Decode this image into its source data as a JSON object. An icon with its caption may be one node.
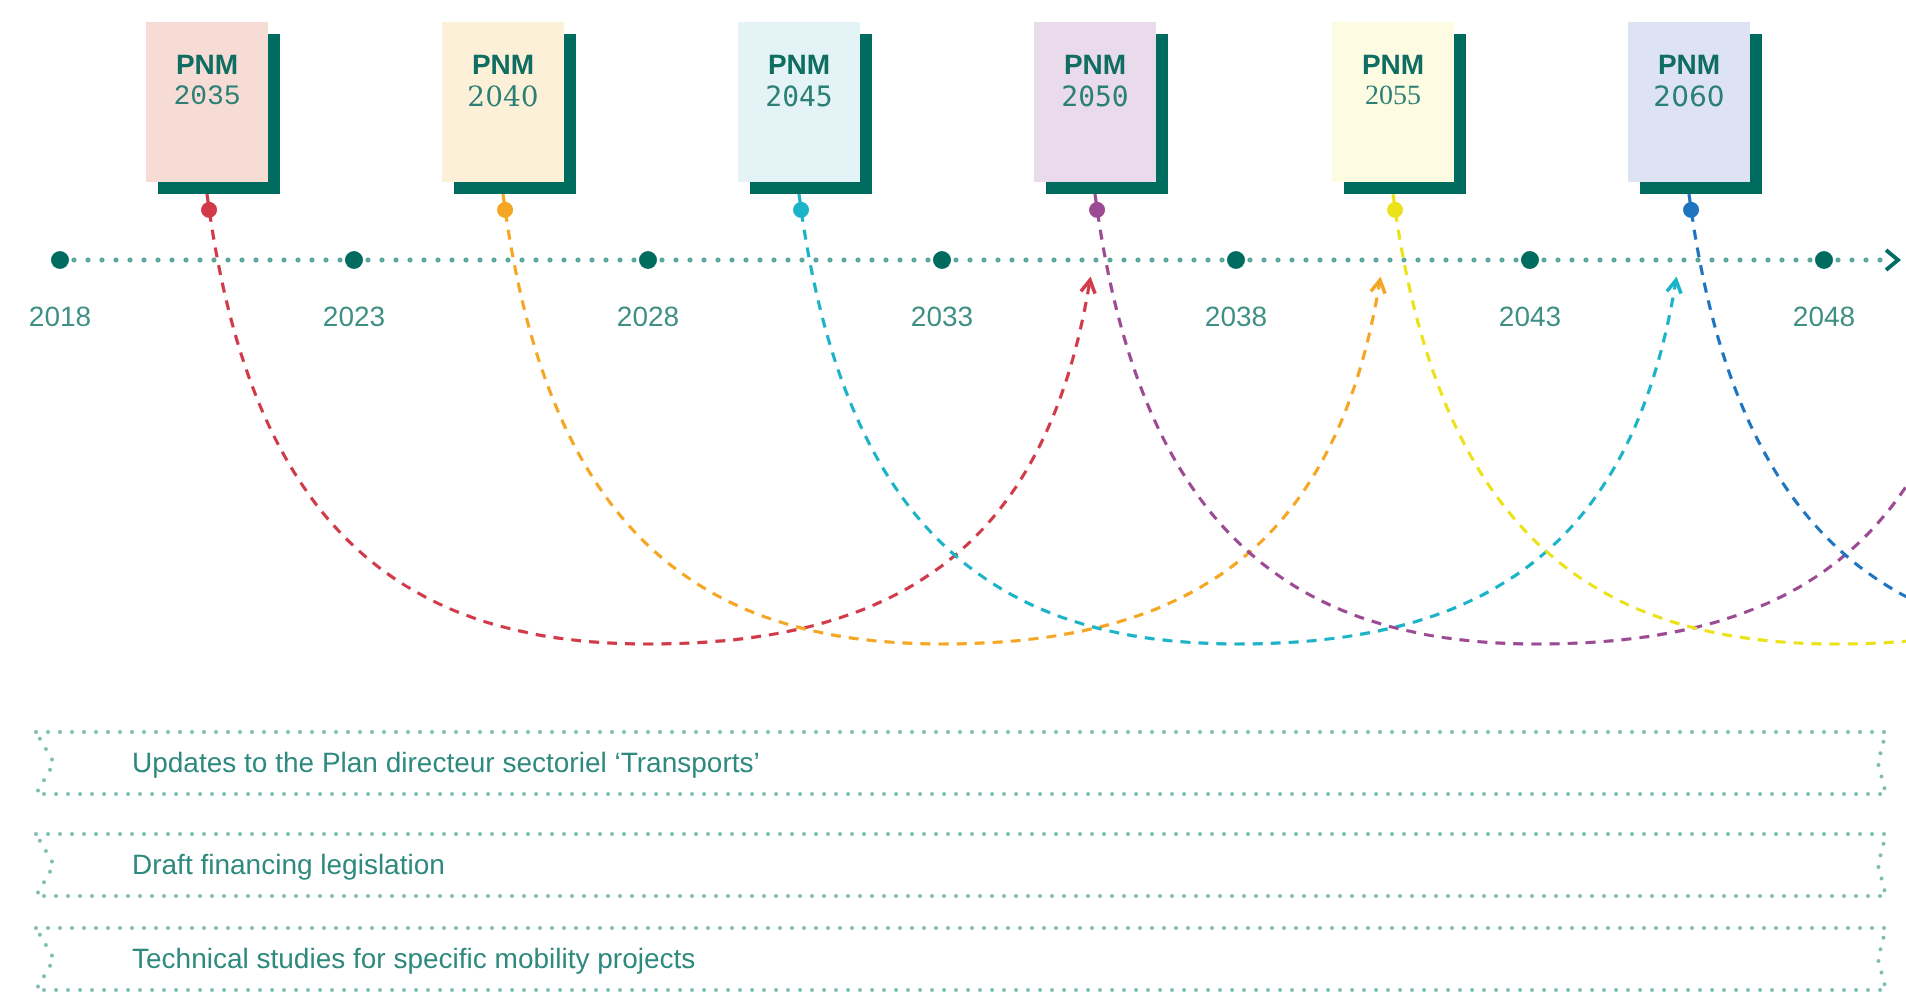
{
  "diagram": {
    "nodes": [
      {
        "text": [
          "PNM",
          "2035"
        ]
      },
      {
        "text": [
          "PNM",
          "2040"
        ]
      },
      {
        "text": [
          "PNM",
          "2045"
        ]
      },
      {
        "text": [
          "PNM",
          "2050"
        ]
      },
      {
        "text": [
          "PNM",
          "2055"
        ]
      },
      {
        "text": [
          "PNM",
          "2060"
        ]
      },
      {
        "text": [
          "Updates to the Plan directeur sectoriel ‘Transports’"
        ]
      },
      {
        "text": [
          "Draft financing legislation"
        ]
      },
      {
        "text": [
          "Technical studies for specific mobility projects"
        ]
      }
    ],
    "edges": [
      {
        "from": 0,
        "to": null,
        "arrow": "to",
        "style": "dashed",
        "color": "#d13a48"
      },
      {
        "from": 1,
        "to": null,
        "arrow": "to",
        "style": "dashed",
        "color": "#f5a623"
      },
      {
        "from": 2,
        "to": null,
        "arrow": "to",
        "style": "dashed",
        "color": "#1ab3c8"
      },
      {
        "from": 3,
        "to": null,
        "arrow": "other",
        "style": "dashed",
        "color": "#9b4a93"
      },
      {
        "from": 4,
        "to": null,
        "arrow": "other",
        "style": "dashed",
        "color": "#ece21a"
      },
      {
        "from": 5,
        "to": null,
        "arrow": "other",
        "style": "dashed",
        "color": "#1f74c0"
      }
    ],
    "labels": [
      "2018",
      "2023",
      "2028",
      "2033",
      "2038",
      "2043",
      "2048"
    ]
  }
}
